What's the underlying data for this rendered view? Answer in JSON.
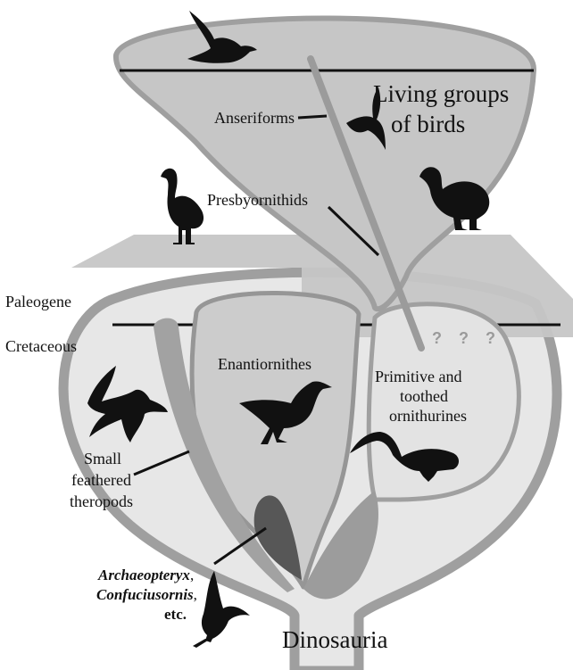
{
  "time_periods": {
    "upper": "Paleogene",
    "lower": "Cretaceous"
  },
  "groups": {
    "living_birds": {
      "line1": "Living groups",
      "line2": "of birds"
    },
    "anseriforms": "Anseriforms",
    "presbyornithids": "Presbyornithids",
    "enantiornithes": "Enantiornithes",
    "ornithurines": {
      "line1": "Primitive and",
      "line2": "toothed",
      "line3": "ornithurines"
    },
    "theropods": {
      "line1": "Small",
      "line2": "feathered",
      "line3": "theropods"
    },
    "early_birds": {
      "line1": "Archaeopteryx",
      "line1_suffix": ",",
      "line2": "Confuciusornis",
      "line2_suffix": ",",
      "line3": "etc."
    },
    "root": "Dinosauria"
  },
  "uncertain_markers": [
    "?",
    "?",
    "?"
  ],
  "silhouettes": [
    "duck-silhouette",
    "flying-bird-silhouette",
    "heron-silhouette",
    "cassowary-silhouette",
    "enantiornithine-silhouette",
    "hesperornithine-silhouette",
    "microraptor-silhouette",
    "flying-bird-silhouette"
  ],
  "colors": {
    "cone_fill": "#cfcfcf",
    "cone_edge": "#9f9f9f",
    "lower_cone_fill": "#e6e6e6",
    "plane_fill": "#c4c4c4",
    "early_clade": "#5a5a5a",
    "silhouette": "#111111",
    "boundary_line": "#111111"
  }
}
